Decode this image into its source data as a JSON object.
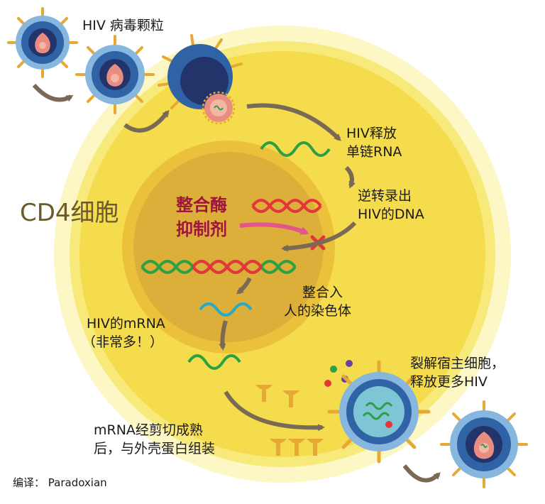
{
  "labels": {
    "hiv_particle": "HIV 病毒颗粒",
    "release_rna_1": "HIV释放",
    "release_rna_2": "单链RNA",
    "reverse_1": "逆转录出",
    "reverse_2": "HIV的DNA",
    "cd4_cell": "CD4细胞",
    "inhibitor_1": "整合酶",
    "inhibitor_2": "抑制剂",
    "integrate_1": "整合入",
    "integrate_2": "人的染色体",
    "mrna_1": "HIV的mRNA",
    "mrna_2": "（非常多！）",
    "lyse_1": "裂解宿主细胞，",
    "lyse_2": "释放更多HIV",
    "assemble_1": "mRNA经剪切成熟",
    "assemble_2": "后，与外壳蛋白组装",
    "credit": "编译： Paradoxian"
  },
  "colors": {
    "cell_halo": "#fcf7c4",
    "cell_outer": "#f7e97a",
    "cell_body": "#f5dc4c",
    "nucleus_ring": "#ebc13c",
    "nucleus": "#dcae3a",
    "virus_outer": "#87b7df",
    "virus_mid": "#2f63a6",
    "virus_inner": "#23346b",
    "capsid": "#e98d82",
    "spike": "#e6a936",
    "arrow": "#7a6a55",
    "rna_green": "#2ea043",
    "rna_red": "#e4363a",
    "rna_teal": "#29a9c5",
    "inhibitor_arrow": "#e4558c",
    "block_x": "#e4363a"
  }
}
